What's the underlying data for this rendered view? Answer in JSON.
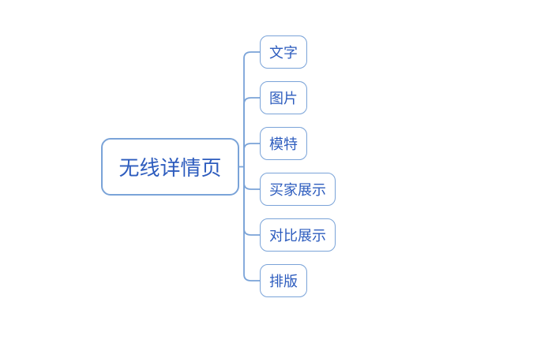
{
  "mindmap": {
    "root": {
      "label": "无线详情页"
    },
    "children": [
      {
        "label": "文字"
      },
      {
        "label": "图片"
      },
      {
        "label": "模特"
      },
      {
        "label": "买家展示"
      },
      {
        "label": "对比展示"
      },
      {
        "label": "排版"
      }
    ]
  },
  "colors": {
    "line": "#7aa3d8",
    "text": "#2d5cbe",
    "background": "#ffffff"
  }
}
